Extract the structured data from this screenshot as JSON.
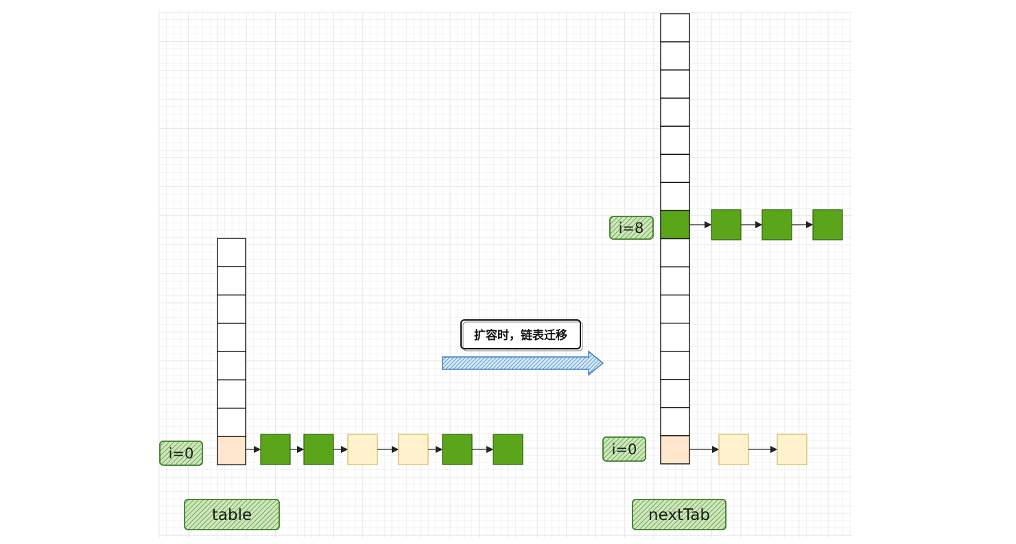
{
  "diagram": {
    "caption": "扩容时，链表迁移",
    "old_table": {
      "name": "table",
      "index_label": "i=0"
    },
    "new_table": {
      "name": "nextTab",
      "index_label_low": "i=0",
      "index_label_high": "i=8"
    },
    "colors": {
      "green_node": "#5ba51b",
      "light_node": "#fff2cc",
      "bucket_highlight": "#ffe6cc",
      "label_fill": "#a8d08d",
      "label_border": "#3a7d22",
      "arrow_fill": "#8fc3e8",
      "arrow_stroke": "#3b7fc4",
      "grid_line": "#e6e6e6"
    },
    "old_chain": [
      "green",
      "green",
      "light",
      "light",
      "green",
      "green"
    ],
    "new_chain_low": [
      "light",
      "light"
    ],
    "new_chain_high": [
      "green",
      "green",
      "green"
    ]
  }
}
